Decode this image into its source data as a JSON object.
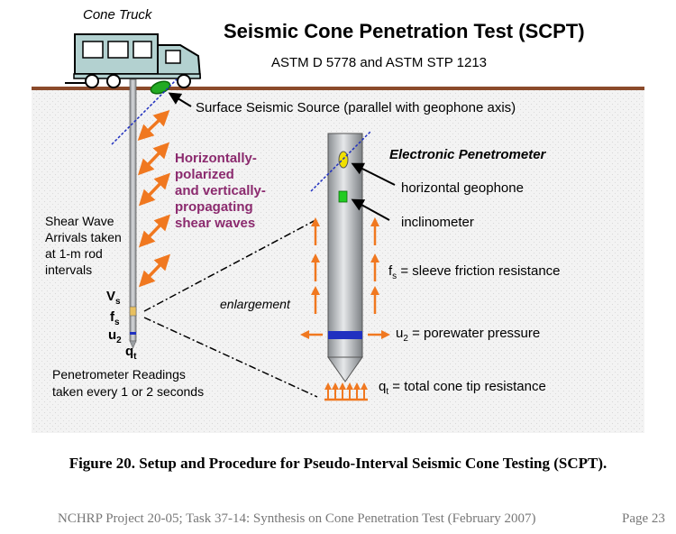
{
  "diagram": {
    "truck_label": "Cone Truck",
    "title": "Seismic Cone Penetration Test (SCPT)",
    "subtitle": "ASTM D 5778 and ASTM STP 1213",
    "surface_source": "Surface Seismic Source (parallel with geophone axis)",
    "wave_label_lines": [
      "Horizontally-",
      "polarized",
      "and vertically-",
      "propagating",
      "shear waves"
    ],
    "shear_arrival_lines": [
      "Shear Wave",
      "Arrivals taken",
      "at 1-m rod",
      "intervals"
    ],
    "probe_labels": {
      "vs": "V",
      "vs_sub": "s",
      "fs": "f",
      "fs_sub": "s",
      "u2": "u",
      "u2_sub": "2",
      "qt": "q",
      "qt_sub": "t"
    },
    "enlargement": "enlargement",
    "readings_lines": [
      "Penetrometer Readings",
      "taken every 1 or 2 seconds"
    ],
    "penetrometer_title": "Electronic Penetrometer",
    "geophone": "horizontal geophone",
    "inclinometer": "inclinometer",
    "fs_label": {
      "sym": "f",
      "sub": "s",
      "text": " = sleeve friction resistance"
    },
    "u2_label": {
      "sym": "u",
      "sub": "2",
      "text": " = porewater pressure"
    },
    "qt_label": {
      "sym": "q",
      "sub": "t",
      "text": " = total cone tip resistance"
    },
    "colors": {
      "ground": "#8B4A2B",
      "truck": "#b3d1d0",
      "arrow": "#f07820",
      "wave_text": "#8b2a6e",
      "source": "#22aa22",
      "porestone": "#2030c0",
      "rod": "#a8acb0"
    }
  },
  "caption": "Figure 20.  Setup and Procedure for Pseudo-Interval Seismic Cone Testing (SCPT).",
  "footer": {
    "text": "NCHRP Project 20-05; Task 37-14:  Synthesis on Cone Penetration Test (February 2007)",
    "page": "Page 23"
  }
}
